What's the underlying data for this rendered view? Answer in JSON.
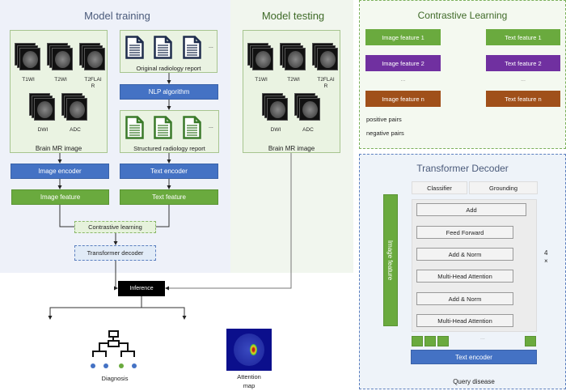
{
  "training": {
    "title": "Model training",
    "brain_label": "Brain MR image",
    "sequences": [
      "T1WI",
      "T2WI",
      "T2FLAI\nR",
      "DWI",
      "ADC"
    ],
    "orig_report": "Original radiology report",
    "nlp": "NLP algorithm",
    "struct_report": "Structured radiology report",
    "ellipsis": "...",
    "image_encoder": "Image encoder",
    "text_encoder": "Text encoder",
    "image_feature": "Image feature",
    "text_feature": "Text feature",
    "contrastive": "Contrastive learning",
    "transformer": "Transformer decoder"
  },
  "testing": {
    "title": "Model testing",
    "brain_label": "Brain MR image",
    "sequences": [
      "T1WI",
      "T2WI",
      "T2FLAI\nR",
      "DWI",
      "ADC"
    ]
  },
  "inference": {
    "label": "Inference",
    "diagnosis": "Diagnosis",
    "attention": "Attention\nmap",
    "colors": {
      "blue": "#4472c4",
      "green": "#6aaa3e"
    }
  },
  "contrastive": {
    "title": "Contrastive Learning",
    "image_features": [
      "Image feature 1",
      "Image feature 2",
      "...",
      "Image feature n"
    ],
    "text_features": [
      "Text feature 1",
      "Text feature 2",
      "...",
      "Text feature n"
    ],
    "row_colors": [
      "#6aaa3e",
      "#7030a0",
      "#a0501a"
    ],
    "positive": "positive pairs",
    "negative": "negative pairs"
  },
  "decoder": {
    "title": "Transformer Decoder",
    "classifier": "Classifier",
    "grounding": "Grounding",
    "layers": [
      "Add",
      "Feed Forward",
      "Add & Norm",
      "Multi-Head Attention",
      "Add & Norm",
      "Multi-Head Attention"
    ],
    "repeat": "4\n×",
    "image_feature": "Image feature",
    "tokens_ellipsis": "...",
    "text_encoder": "Text encoder",
    "query": "Query disease"
  }
}
